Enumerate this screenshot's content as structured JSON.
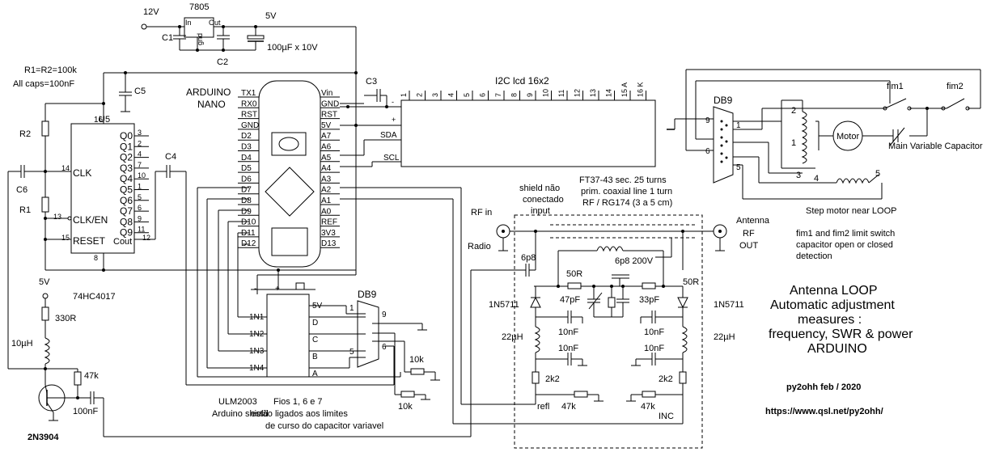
{
  "power": {
    "v12": "12V",
    "regulator": "7805",
    "pin_in": "In",
    "pin_gnd": "gnd",
    "pin_out": "Out",
    "v5": "5V",
    "c1": "C1",
    "c2": "C2",
    "bulk_cap": "100µF x 10V"
  },
  "notes": {
    "resistors": "R1=R2=100k",
    "caps": "All caps=100nF"
  },
  "counter": {
    "label": "74HC4017",
    "ref": "U5",
    "pin16": "16",
    "pin8": "8",
    "clk": "CLK",
    "clk_en": "CLK/EN",
    "reset": "RESET",
    "cout": "Cout",
    "pin14": "14",
    "pin13": "13",
    "pin15": "15",
    "pin12": "12",
    "outputs": [
      "Q0",
      "Q1",
      "Q2",
      "Q3",
      "Q4",
      "Q5",
      "Q6",
      "Q7",
      "Q8",
      "Q9"
    ],
    "out_pins": [
      "3",
      "2",
      "4",
      "7",
      "10",
      "1",
      "5",
      "6",
      "9",
      "11"
    ]
  },
  "parts": {
    "c3": "C3",
    "c4": "C4",
    "c5": "C5",
    "c6": "C6",
    "r1": "R1",
    "r2": "R2"
  },
  "arduino": {
    "title1": "ARDUINO",
    "title2": "NANO",
    "left_pins": [
      "TX1",
      "RX0",
      "RST",
      "GND",
      "D2",
      "D3",
      "D4",
      "D5",
      "D6",
      "D7",
      "D8",
      "D9",
      "D10",
      "D11",
      "D12"
    ],
    "right_pins": [
      "Vin",
      "GND",
      "RST",
      "5V",
      "A7",
      "A6",
      "A5",
      "A4",
      "A3",
      "A2",
      "A1",
      "A0",
      "REF",
      "3V3",
      "D13"
    ],
    "sda": "SDA",
    "scl": "SCL",
    "minus": "-",
    "plus": "+"
  },
  "lcd": {
    "title": "I2C lcd 16x2",
    "pins": [
      "1",
      "2",
      "3",
      "4",
      "5",
      "6",
      "7",
      "8",
      "9",
      "10",
      "11",
      "12",
      "13",
      "14",
      "15 A",
      "16 K"
    ]
  },
  "db9_top": {
    "label": "DB9",
    "pins": [
      "9",
      "6",
      "1",
      "5"
    ]
  },
  "motor_side": {
    "fim1": "fim1",
    "fim2": "fim2",
    "motor": "Motor",
    "main_cap": "Main Variable Capacitor",
    "coil_pins": [
      "2",
      "1",
      "3",
      "4",
      "5"
    ],
    "step_motor": "Step motor near LOOP",
    "limit_note": [
      "fim1 and fim2 limit switch",
      "capacitor open or closed",
      "detection"
    ]
  },
  "ulm": {
    "label": "ULM2003",
    "sub": "Arduino shield",
    "pins_in": [
      "1N1",
      "1N2",
      "1N3",
      "1N4"
    ],
    "pins_out": [
      "5V",
      "D",
      "C",
      "B",
      "A"
    ],
    "minus": "-",
    "plus": "+"
  },
  "db9_bottom": {
    "label": "DB9",
    "pins": [
      "1",
      "9",
      "6",
      "5"
    ],
    "r10k_a": "10k",
    "r10k_b": "10k"
  },
  "fios_note": [
    "Fios 1,  6 e 7",
    "estão ligados aos limites",
    "de curso do capacitor variavel"
  ],
  "bridge": {
    "shield": [
      "shield não",
      "conectado",
      "input"
    ],
    "transformer": [
      "FT37-43 sec. 25 turns",
      "prim. coaxial line 1 turn",
      "RF / RG174   (3 a 5 cm)"
    ],
    "rf_in": "RF in",
    "radio": "Radio",
    "antenna": [
      "Antenna",
      "RF",
      "OUT"
    ],
    "c6p8": "6p8",
    "c6p8_200": "6p8 200V",
    "r50_a": "50R",
    "r50_b": "50R",
    "diode_a": "1N5711",
    "diode_b": "1N5711",
    "c47": "47pF",
    "c33": "33pF",
    "l22_a": "22µH",
    "l22_b": "22µH",
    "c10n": [
      "10nF",
      "10nF",
      "10nF",
      "10nF"
    ],
    "r2k2_a": "2k2",
    "r2k2_b": "2k2",
    "r47k_a": "47k",
    "r47k_b": "47k",
    "refl": "refl",
    "inc": "INC"
  },
  "oscillator": {
    "v5": "5V",
    "r330": "330R",
    "l10": "10µH",
    "r47k": "47k",
    "c100n": "100nF",
    "transistor": "2N3904"
  },
  "title_block": {
    "line1": "Antenna LOOP",
    "line2": "Automatic adjustment",
    "line3": "measures :",
    "line4": "frequency, SWR & power",
    "line5": "ARDUINO",
    "author": "py2ohh feb / 2020",
    "url": "https://www.qsl.net/py2ohh/"
  }
}
